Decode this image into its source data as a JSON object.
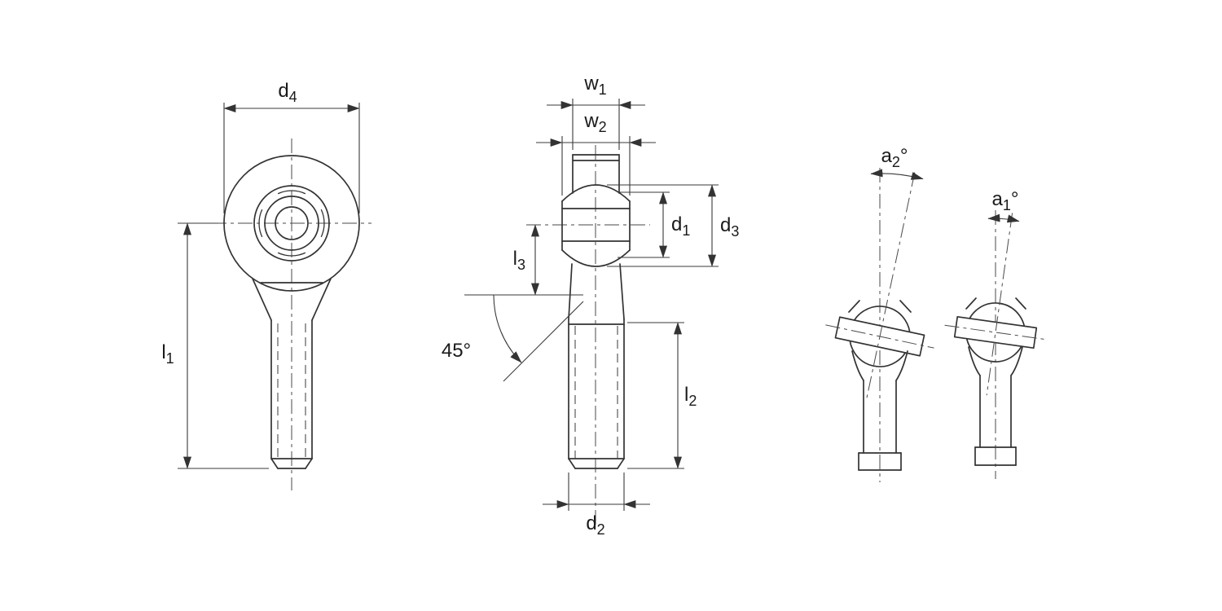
{
  "drawing": {
    "type": "technical-drawing",
    "subject": "rod end bearing, three views with dimension callouts"
  },
  "colors": {
    "line": "#333333",
    "background": "#ffffff",
    "text": "#1a1a1a"
  },
  "labels": {
    "d4": {
      "base": "d",
      "sub": "4",
      "suffix": ""
    },
    "l1": {
      "base": "l",
      "sub": "1",
      "suffix": ""
    },
    "w1": {
      "base": "w",
      "sub": "1",
      "suffix": ""
    },
    "w2": {
      "base": "w",
      "sub": "2",
      "suffix": ""
    },
    "d1": {
      "base": "d",
      "sub": "1",
      "suffix": ""
    },
    "d3": {
      "base": "d",
      "sub": "3",
      "suffix": ""
    },
    "l3": {
      "base": "l",
      "sub": "3",
      "suffix": ""
    },
    "chamfer_angle": {
      "base": "45°",
      "sub": "",
      "suffix": ""
    },
    "l2": {
      "base": "l",
      "sub": "2",
      "suffix": ""
    },
    "d2": {
      "base": "d",
      "sub": "2",
      "suffix": ""
    },
    "a2": {
      "base": "a",
      "sub": "2",
      "suffix": "°"
    },
    "a1": {
      "base": "a",
      "sub": "1",
      "suffix": "°"
    }
  }
}
